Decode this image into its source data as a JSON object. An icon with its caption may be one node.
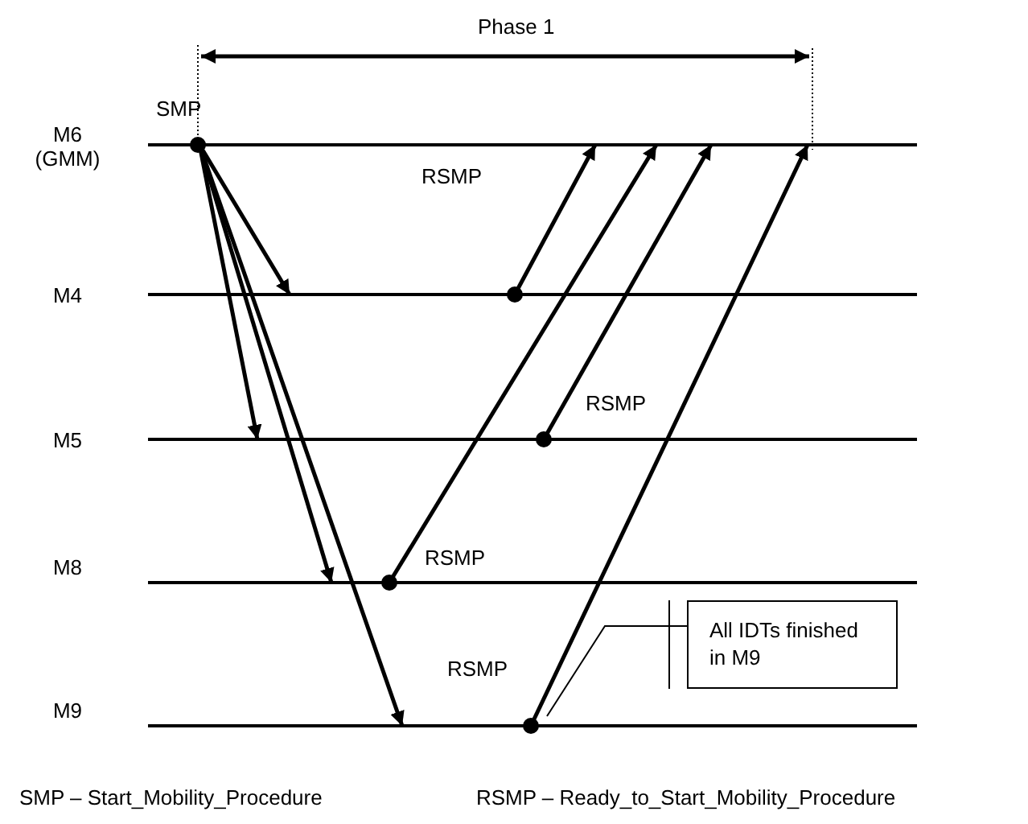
{
  "diagram": {
    "nodes": [
      {
        "text": [
          "M6 (GMM)"
        ]
      },
      {
        "text": [
          "M4"
        ]
      },
      {
        "text": [
          "M5"
        ]
      },
      {
        "text": [
          "M8"
        ]
      },
      {
        "text": [
          "M9"
        ]
      },
      {
        "text": [
          "All IDTs finished in M9"
        ]
      }
    ],
    "edges": [
      {
        "from": 0,
        "to": 1,
        "arrow": "to"
      },
      {
        "from": 0,
        "to": 2,
        "arrow": "to"
      },
      {
        "from": 0,
        "to": 3,
        "arrow": "to"
      },
      {
        "from": 0,
        "to": 4,
        "arrow": "to"
      },
      {
        "from": 1,
        "to": 0,
        "arrow": "to",
        "label": "RSMP"
      },
      {
        "from": 2,
        "to": 0,
        "arrow": "to",
        "label": "RSMP"
      },
      {
        "from": 3,
        "to": 0,
        "arrow": "to",
        "label": "RSMP"
      },
      {
        "from": 4,
        "to": 0,
        "arrow": "to",
        "label": "RSMP"
      },
      {
        "from": 5,
        "to": 4,
        "arrow": "none"
      }
    ],
    "labels": [
      "Phase 1",
      "SMP",
      "SMP – Start_Mobility_Procedure",
      "RSMP – Ready_to_Start_Mobility_Procedure"
    ]
  }
}
